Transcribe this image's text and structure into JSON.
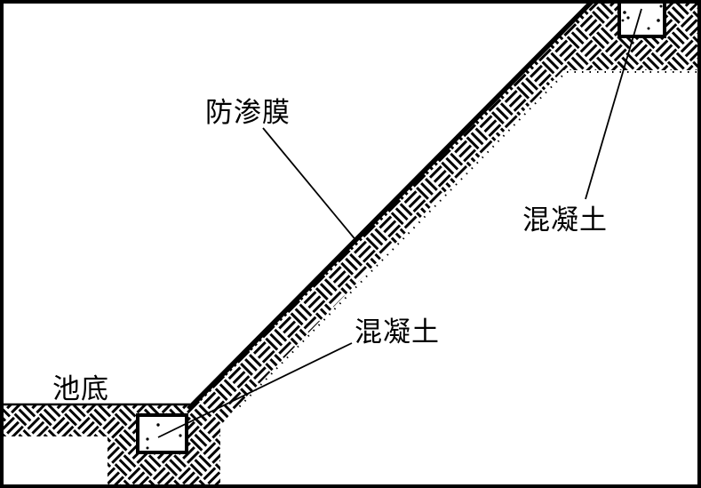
{
  "figure": {
    "description": "Pond anti-seepage membrane slope cross-section diagram",
    "background_color": "#ffffff",
    "ink_color": "#000000",
    "labels": {
      "membrane": "防渗膜",
      "concrete_top": "混凝土",
      "concrete_mid": "混凝土",
      "pool_bottom": "池底"
    }
  }
}
